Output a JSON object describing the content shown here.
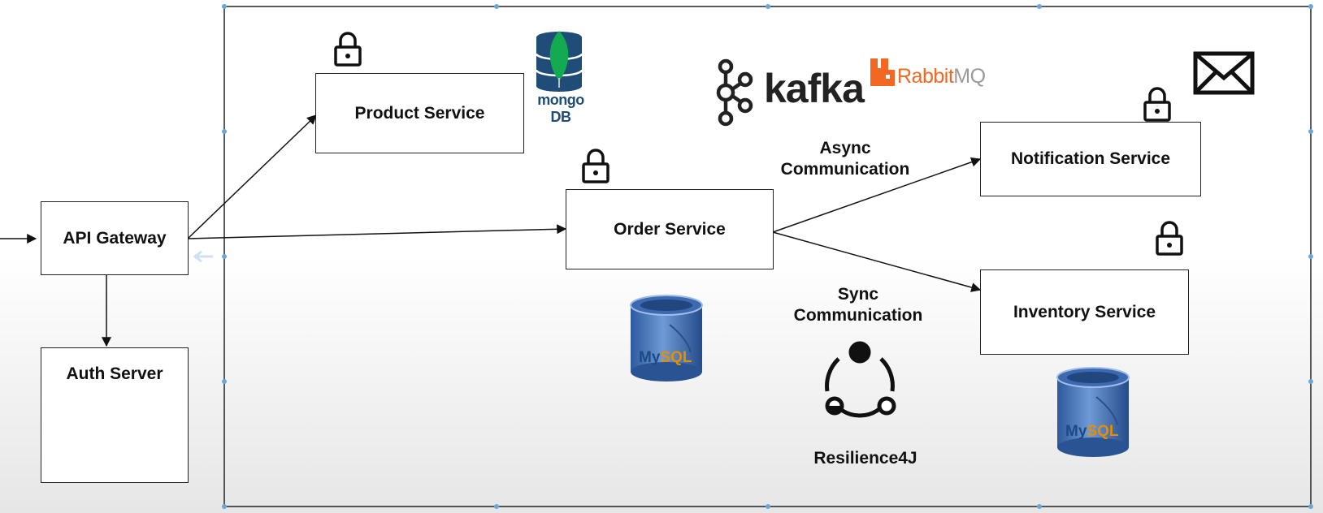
{
  "services": {
    "api_gateway": "API Gateway",
    "auth_server": "Auth Server",
    "product_service": "Product Service",
    "order_service": "Order Service",
    "notification_service": "Notification Service",
    "inventory_service": "Inventory Service"
  },
  "edges": {
    "async_line1": "Async",
    "async_line2": "Communication",
    "sync_line1": "Sync",
    "sync_line2": "Communication"
  },
  "logos": {
    "mongodb": "mongo DB",
    "kafka": "kafka",
    "rabbitmq_a": "Rabbit",
    "rabbitmq_b": "MQ",
    "mysql_a": "My",
    "mysql_b": "SQL",
    "resilience": "Resilience4J"
  },
  "icons": [
    "lock-icon",
    "mail-icon",
    "mongodb-logo",
    "kafka-logo",
    "rabbitmq-logo",
    "mysql-logo",
    "keycloak-logo",
    "resilience4j-logo"
  ],
  "colors": {
    "mongo_leaf": "#13aa52",
    "mongo_blue": "#1f4d78",
    "rabbit_orange": "#f26822",
    "mysql_blue": "#4f7ec4",
    "keycloak_blue": "#1f8be0"
  }
}
